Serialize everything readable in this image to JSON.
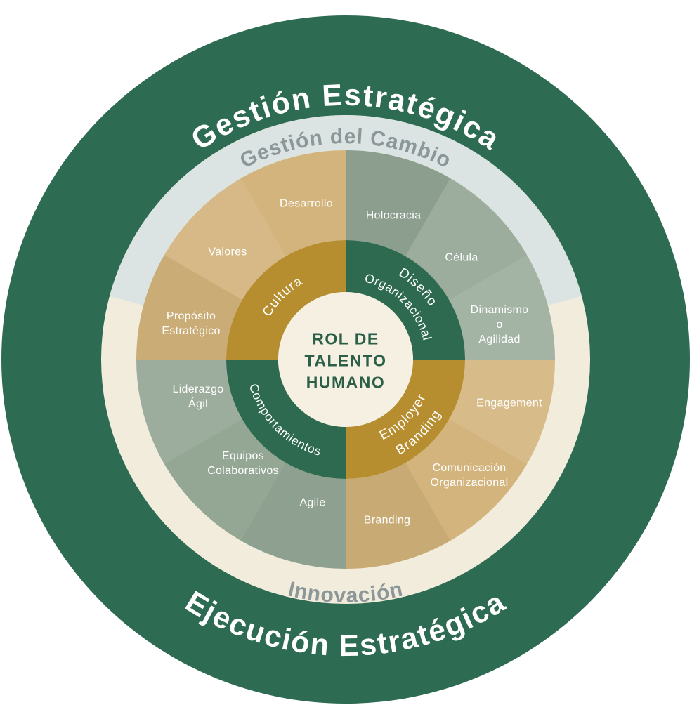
{
  "colors": {
    "green_ring": "#2E6B53",
    "green_segment": "#2D6A50",
    "gold": "#B78E2F",
    "tan": "#D3B47C",
    "sage": "#94A795",
    "cream": "#F2ECDD",
    "blue_gray": "#DCE4E3",
    "center_bg": "#F5F0E2",
    "gray_text": "#8C9799",
    "white_text": "#FFFFFF",
    "center_text": "#2B5F48"
  },
  "outer_ring": {
    "top_label": "Gestión Estratégica",
    "bottom_label": "Ejecución Estratégica"
  },
  "middle_ring": {
    "top_label": "Gestión del Cambio",
    "bottom_label": "Innovación"
  },
  "center": {
    "title": "ROL DE\nTALENTO\nHUMANO"
  },
  "inner_ring": {
    "top_left": "Cultura",
    "top_right_line1": "Diseño",
    "top_right_line2": "Organizacional",
    "bottom_left": "Comportamientos",
    "bottom_right_line1": "Employer",
    "bottom_right_line2": "Branding"
  },
  "quadrants": {
    "top_left": {
      "items": [
        "Desarrollo",
        "Valores",
        "Propósito\nEstratégico"
      ]
    },
    "top_right": {
      "items": [
        "Holocracia",
        "Célula",
        "Dinamismo\no\nAgilidad"
      ]
    },
    "bottom_left": {
      "items": [
        "Liderazgo\nÁgil",
        "Equipos\nColaborativos",
        "Agile"
      ]
    },
    "bottom_right": {
      "items": [
        "Engagement",
        "Comunicación\nOrganizacional",
        "Branding"
      ]
    }
  }
}
